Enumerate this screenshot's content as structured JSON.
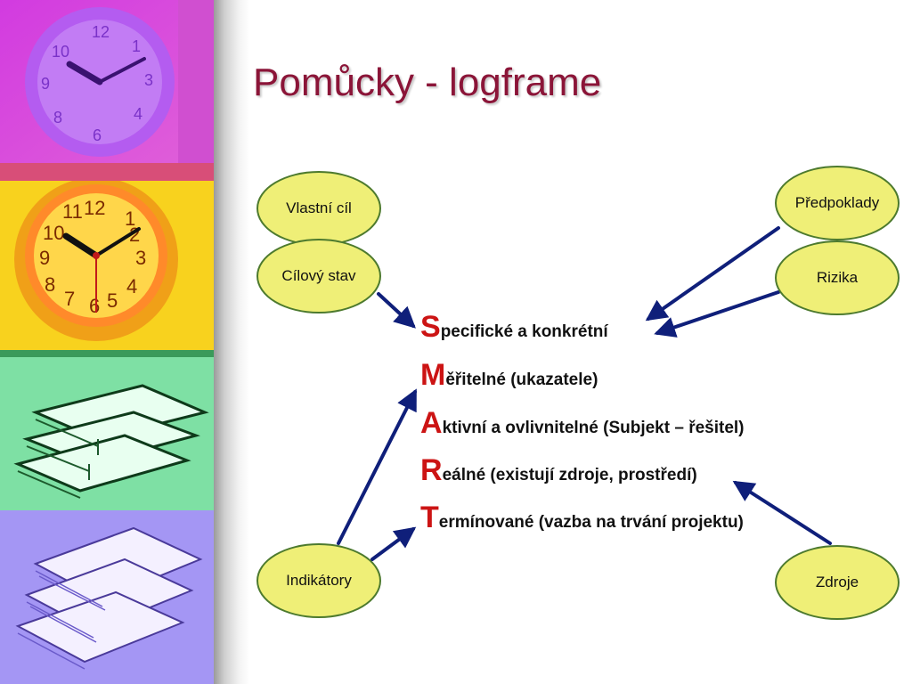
{
  "title": "Pomůcky - logframe",
  "colors": {
    "title": "#8b1538",
    "node_fill": "#efef77",
    "node_border": "#4d7a2e",
    "arrow": "#0f1f7a",
    "smart_capital": "#cc1414"
  },
  "nodes": {
    "vlastni_cil": "Vlastní cíl",
    "cilovy_stav": "Cílový stav",
    "predpoklady": "Předpoklady",
    "rizika": "Rizika",
    "indikatory": "Indikátory",
    "zdroje": "Zdroje"
  },
  "smart": [
    {
      "letter": "S",
      "rest": "pecifické a konkrétní"
    },
    {
      "letter": "M",
      "rest": "ěřitelné (ukazatele)"
    },
    {
      "letter": "A",
      "rest": "ktivní a ovlivnitelné (Subjekt – řešitel)"
    },
    {
      "letter": "R",
      "rest": "eálné (existují zdroje, prostředí)"
    },
    {
      "letter": "T",
      "rest": "ermínované (vazba na trvání projektu)"
    }
  ]
}
